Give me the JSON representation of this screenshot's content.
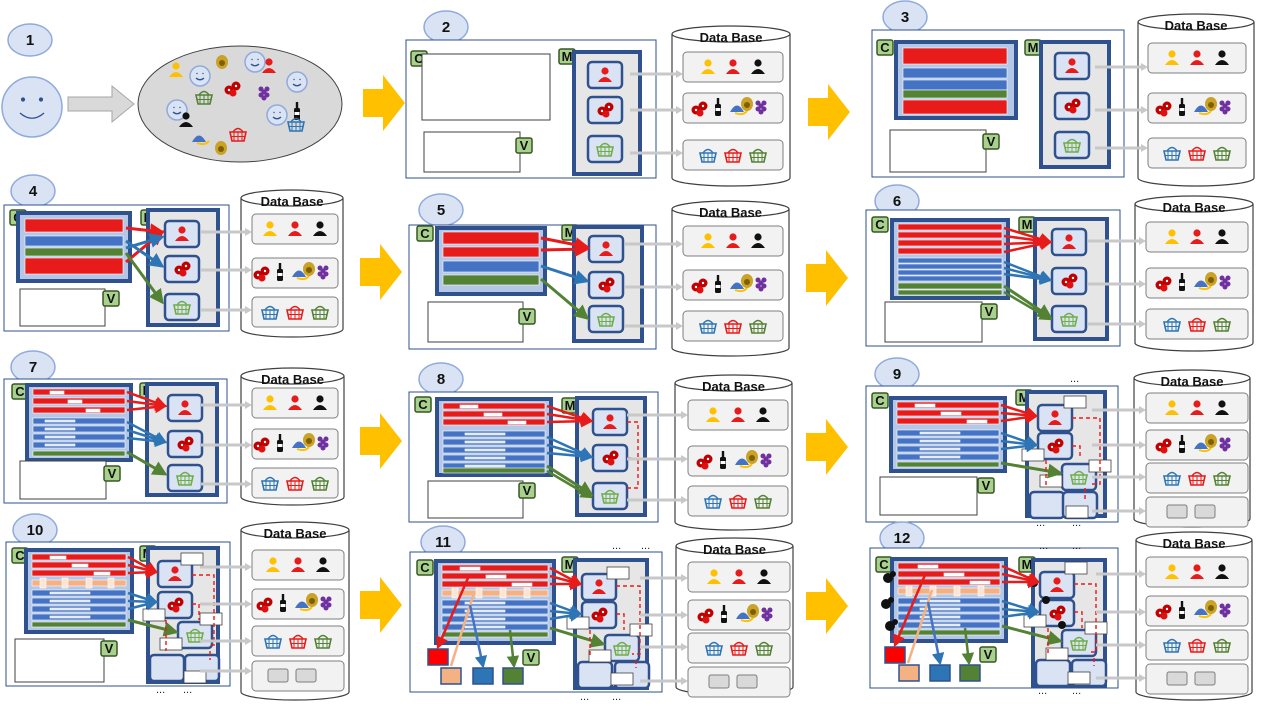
{
  "labels": {
    "controller": "C",
    "model": "M",
    "view": "V",
    "database": "Data Base",
    "ellipsis": "..."
  },
  "steps": [
    "1",
    "2",
    "3",
    "4",
    "5",
    "6",
    "7",
    "8",
    "9",
    "10",
    "11",
    "12"
  ],
  "colors": {
    "arrow": "#ffc000",
    "frame": "#2f528f",
    "red": "#e81b1b",
    "blue": "#4472c4",
    "green": "#548235",
    "orange": "#f4b183",
    "yellow": "#ffc000",
    "panel": "#d9d9d9",
    "bubble": "#dae3f3"
  },
  "icons": [
    "smiley-icon",
    "user-icon",
    "fruit-icon",
    "bottle-icon",
    "basket-icon"
  ]
}
